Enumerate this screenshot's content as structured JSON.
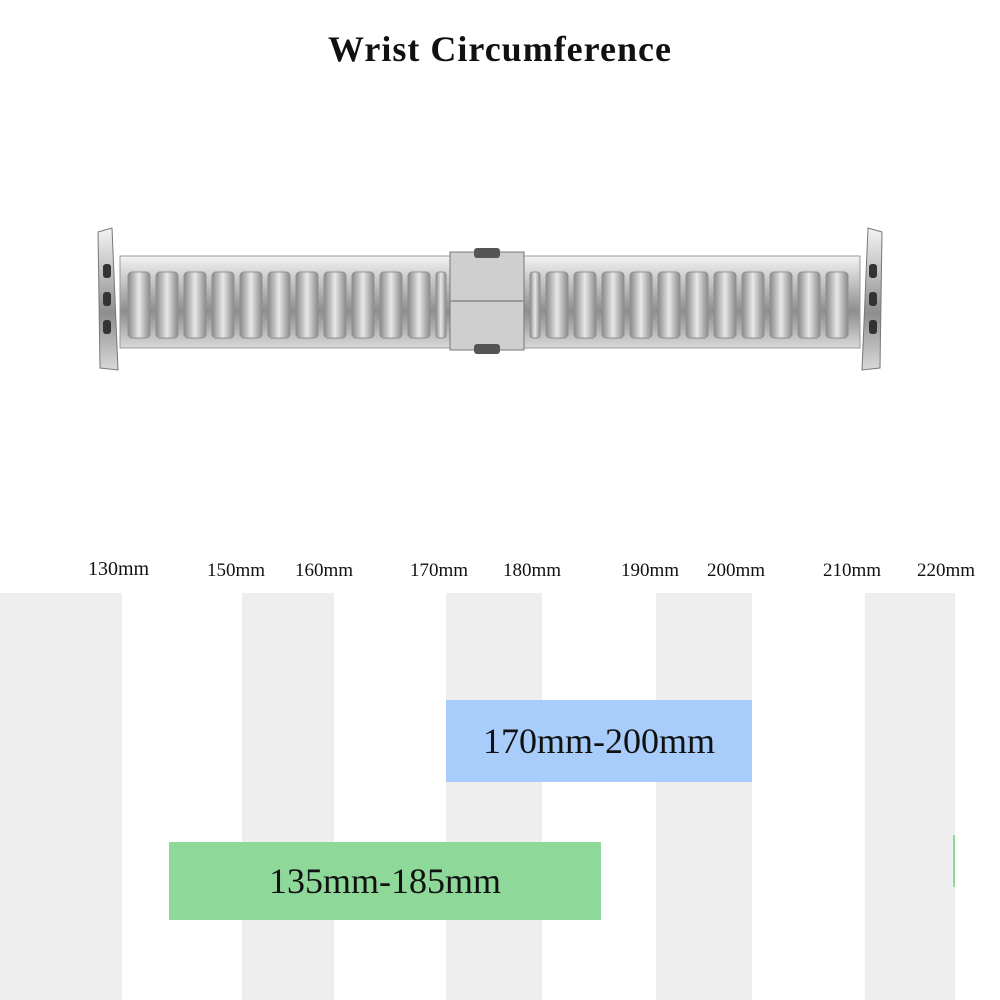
{
  "title": "Wrist Circumference",
  "ticks": [
    "130mm",
    "150mm",
    "160mm",
    "170mm",
    "180mm",
    "190mm",
    "200mm",
    "210mm",
    "220mm"
  ],
  "ranges": [
    {
      "label": "170mm-200mm",
      "color": "#a8cdfb"
    },
    {
      "label": "135mm-185mm",
      "color": "#8ed89a"
    }
  ],
  "product_icon": "steel-link-watch-band-icon"
}
